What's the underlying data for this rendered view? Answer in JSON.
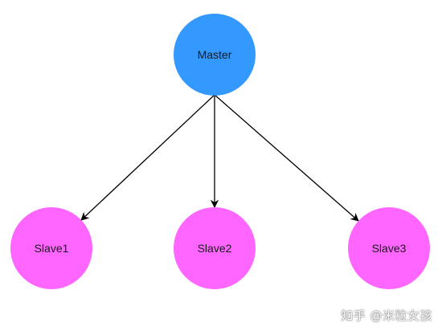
{
  "colors": {
    "master_fill": "#3399ff",
    "slave_fill": "#ff66ff",
    "edge": "#000000"
  },
  "nodes": {
    "master": {
      "label": "Master"
    },
    "slave1": {
      "label": "Slave1"
    },
    "slave2": {
      "label": "Slave2"
    },
    "slave3": {
      "label": "Slave3"
    }
  },
  "edges": [
    {
      "from": "Master",
      "to": "Slave1"
    },
    {
      "from": "Master",
      "to": "Slave2"
    },
    {
      "from": "Master",
      "to": "Slave3"
    }
  ],
  "watermark": "知乎 @米粒女孩"
}
